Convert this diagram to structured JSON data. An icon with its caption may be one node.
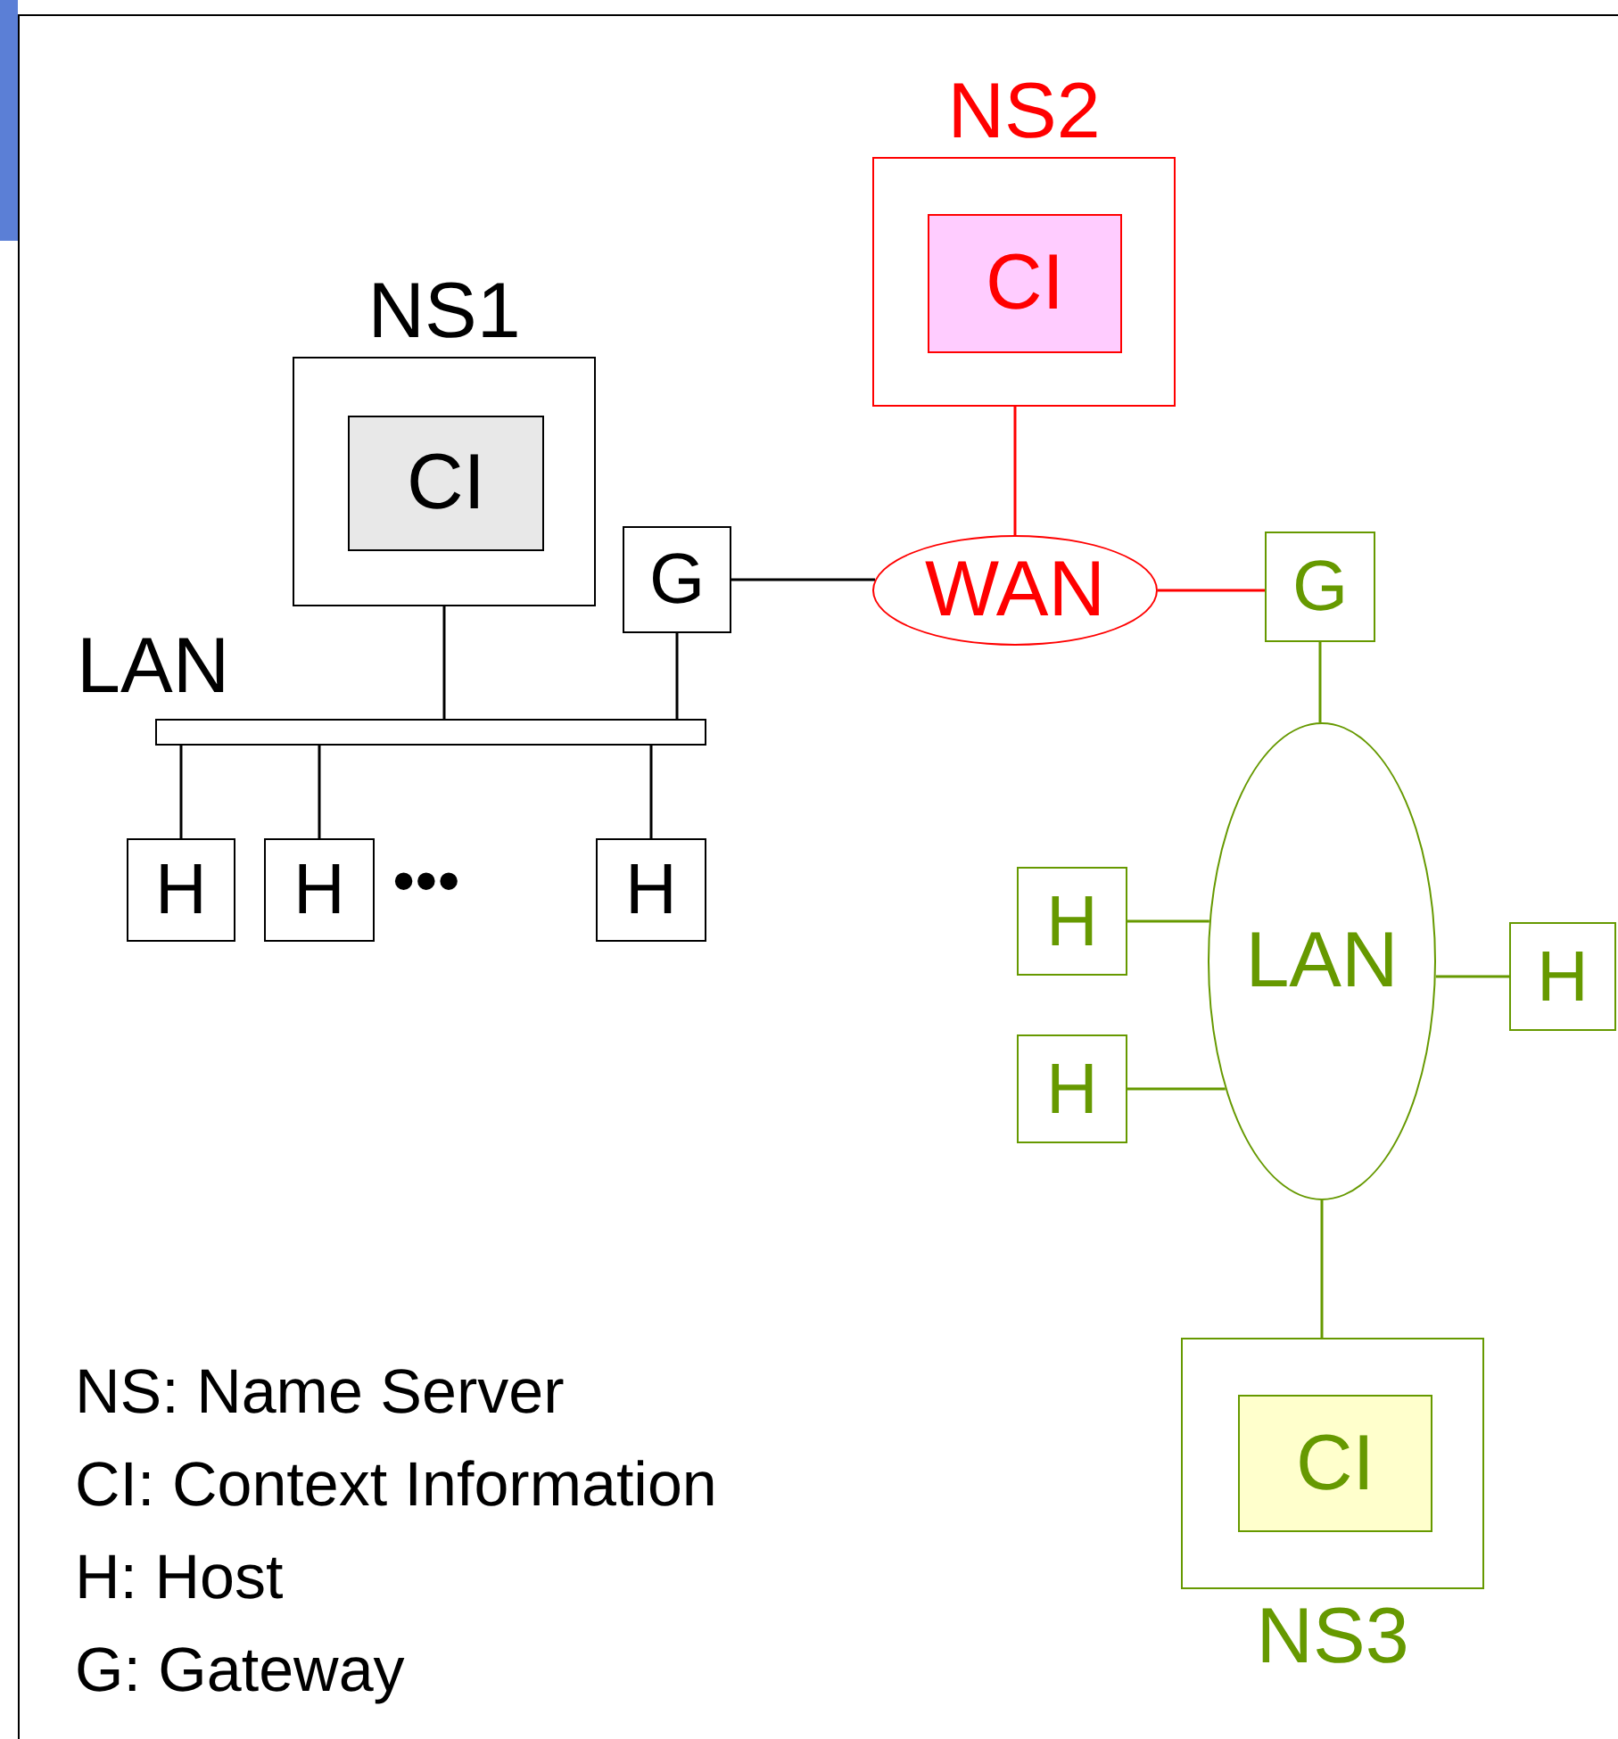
{
  "diagram": {
    "nodes": [
      {
        "text": [
          "NS1"
        ]
      },
      {
        "text": [
          "CI"
        ],
        "in": 0
      },
      {
        "text": [
          "NS2"
        ]
      },
      {
        "text": [
          "CI"
        ],
        "in": 2
      },
      {
        "text": [
          "G"
        ]
      },
      {
        "text": [
          "LAN"
        ]
      },
      {
        "text": [
          "H"
        ]
      },
      {
        "text": [
          "H"
        ]
      },
      {
        "text": [
          "H"
        ]
      },
      {
        "text": [
          "WAN"
        ]
      },
      {
        "text": [
          "G"
        ]
      },
      {
        "text": [
          "LAN"
        ]
      },
      {
        "text": [
          "H"
        ]
      },
      {
        "text": [
          "H"
        ]
      },
      {
        "text": [
          "H"
        ]
      },
      {
        "text": [
          "NS3"
        ]
      },
      {
        "text": [
          "CI"
        ],
        "in": 15
      }
    ],
    "edges": [
      {
        "from": 0,
        "to": 5,
        "arrow": "none"
      },
      {
        "from": 4,
        "to": 5,
        "arrow": "none"
      },
      {
        "from": 5,
        "to": 6,
        "arrow": "none"
      },
      {
        "from": 5,
        "to": 7,
        "arrow": "none"
      },
      {
        "from": 5,
        "to": 8,
        "arrow": "none"
      },
      {
        "from": 4,
        "to": 9,
        "arrow": "none"
      },
      {
        "from": 2,
        "to": 9,
        "arrow": "none",
        "color": "#ff0000"
      },
      {
        "from": 9,
        "to": 10,
        "arrow": "none",
        "color": "#ff0000"
      },
      {
        "from": 10,
        "to": 11,
        "arrow": "none",
        "color": "#669900"
      },
      {
        "from": 12,
        "to": 11,
        "arrow": "none",
        "color": "#669900"
      },
      {
        "from": 13,
        "to": 11,
        "arrow": "none",
        "color": "#669900"
      },
      {
        "from": 11,
        "to": 14,
        "arrow": "none",
        "color": "#669900"
      },
      {
        "from": 11,
        "to": 15,
        "arrow": "none",
        "color": "#669900"
      }
    ],
    "labels": [
      "•••",
      "NS: Name Server",
      "CI: Context Information",
      "H: Host",
      "G: Gateway"
    ]
  }
}
